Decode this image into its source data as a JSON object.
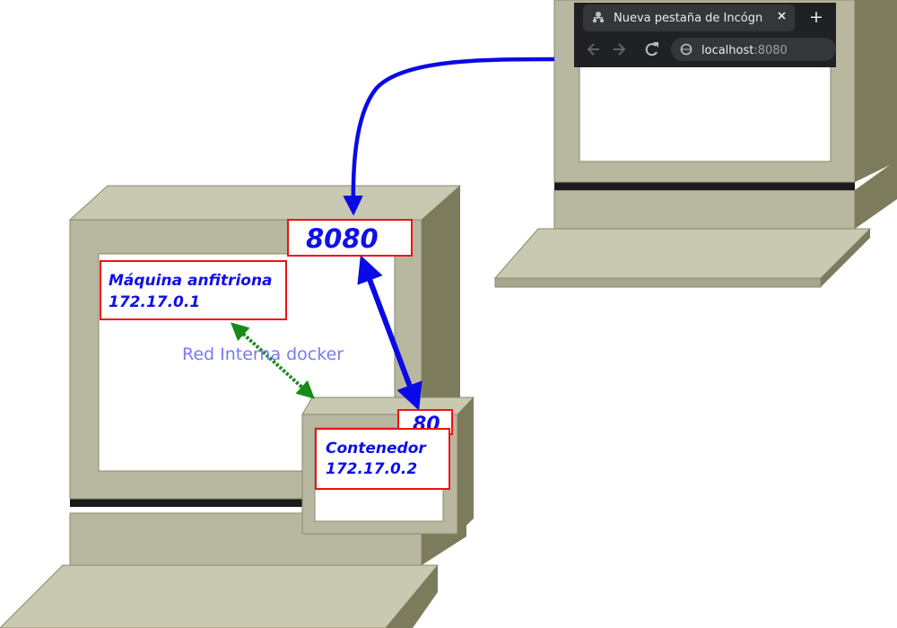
{
  "browser": {
    "tab_title": "Nueva pestaña de Incógn",
    "new_tab_symbol": "+",
    "url_host": "localhost",
    "url_port": ":8080",
    "icons": [
      "incognito-icon",
      "close-icon",
      "back-icon",
      "forward-icon",
      "reload-icon",
      "site-info-icon"
    ]
  },
  "host": {
    "name": "Máquina anfitriona",
    "ip": "172.17.0.1",
    "port": "8080"
  },
  "container": {
    "name": "Contenedor",
    "ip": "172.17.0.2",
    "port": "80"
  },
  "network": {
    "label": "Red Interna docker"
  },
  "colors": {
    "computer_face": "#b8b79f",
    "computer_side": "#7c7b5c",
    "computer_top": "#c9c8b0",
    "label_border": "#ee1111",
    "label_text": "#1010e8",
    "arrow_blue": "#0a0ae6",
    "arrow_green": "#1a8a1a",
    "browser_bg": "#202124"
  }
}
